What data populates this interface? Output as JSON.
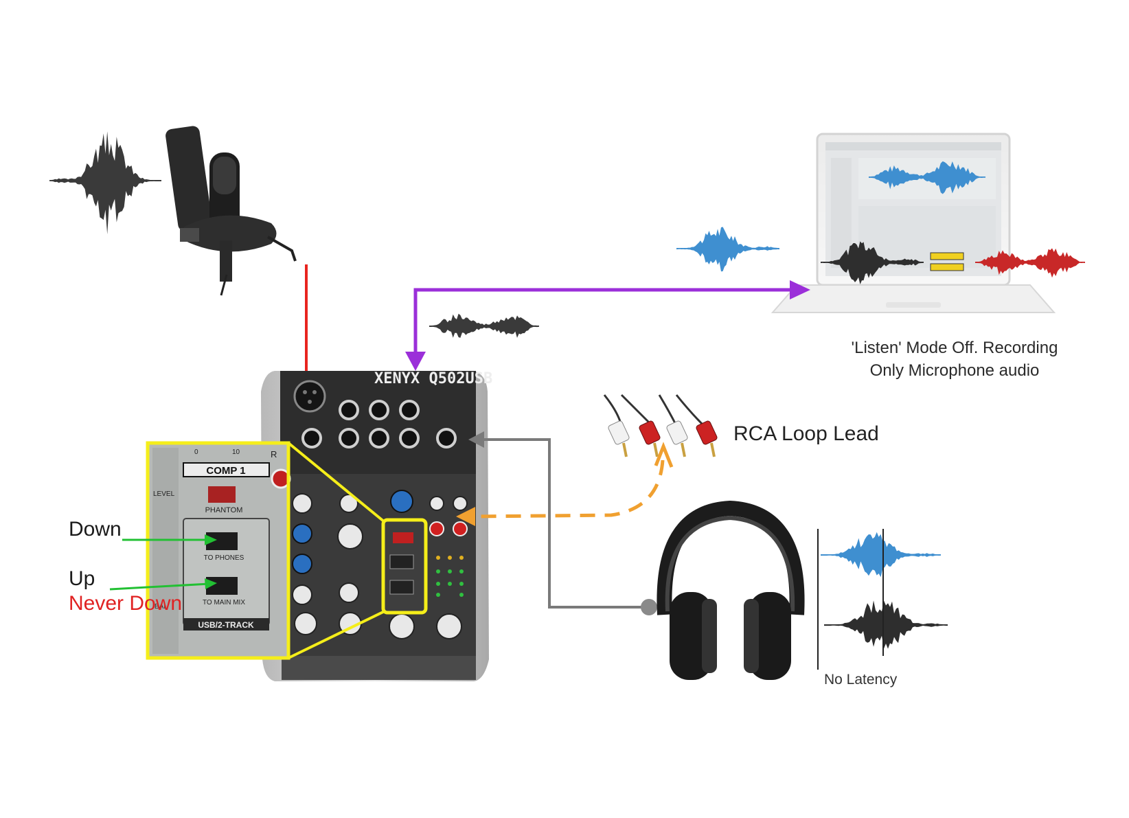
{
  "captions": {
    "listen_line1": "'Listen' Mode Off. Recording",
    "listen_line2": "Only Microphone audio",
    "rca": "RCA Loop Lead",
    "latency": "No Latency"
  },
  "switch_labels": {
    "down": "Down",
    "up": "Up",
    "never_down": "Never Down"
  },
  "mixer": {
    "brand": "XENYX Q502USB",
    "comp": "COMP 1",
    "phantom": "PHANTOM",
    "level": "LEVEL",
    "bal": "BAL",
    "to_phones": "TO PHONES",
    "to_main_mix": "TO MAIN MIX",
    "usb_2track": "USB/2-TRACK",
    "r": "R",
    "scale_0": "0",
    "scale_10": "10"
  },
  "colors": {
    "mic_arrow": "#e8241f",
    "usb_arrow": "#9b2fd9",
    "phones_line": "#7a7a7a",
    "rca_arrow": "#f0a030",
    "switch_arrow": "#22c033",
    "zoom_outline": "#f5ee1a",
    "wave_dark": "#3a3a3a",
    "wave_blue": "#3f8fd0",
    "wave_red": "#c82828",
    "never_text": "#e02222"
  }
}
